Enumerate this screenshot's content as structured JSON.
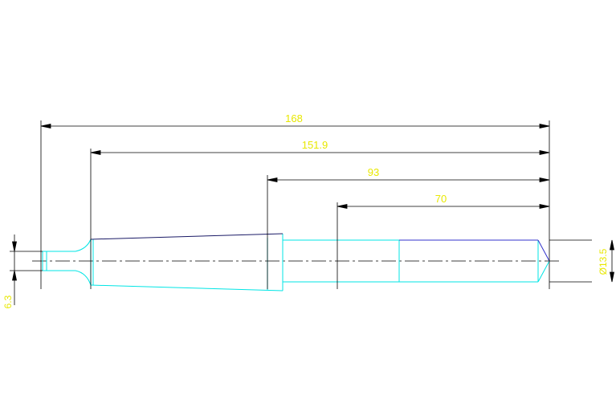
{
  "dimensions": {
    "overall_length": "168",
    "taper_to_end": "151.9",
    "shoulder_to_end": "93",
    "mid_to_end": "70",
    "small_end_diameter": "6.3",
    "large_end_diameter": "Ø13.5"
  },
  "colors": {
    "background": "#ffffff",
    "canvas": "#ffffff",
    "dimension_line": "#000000",
    "dimension_text": "#e8e800",
    "part_outline": "#00e5e5",
    "taper_edge": "#1a1a66",
    "chamfer_edge": "#3333cc",
    "centerline": "#000000"
  }
}
